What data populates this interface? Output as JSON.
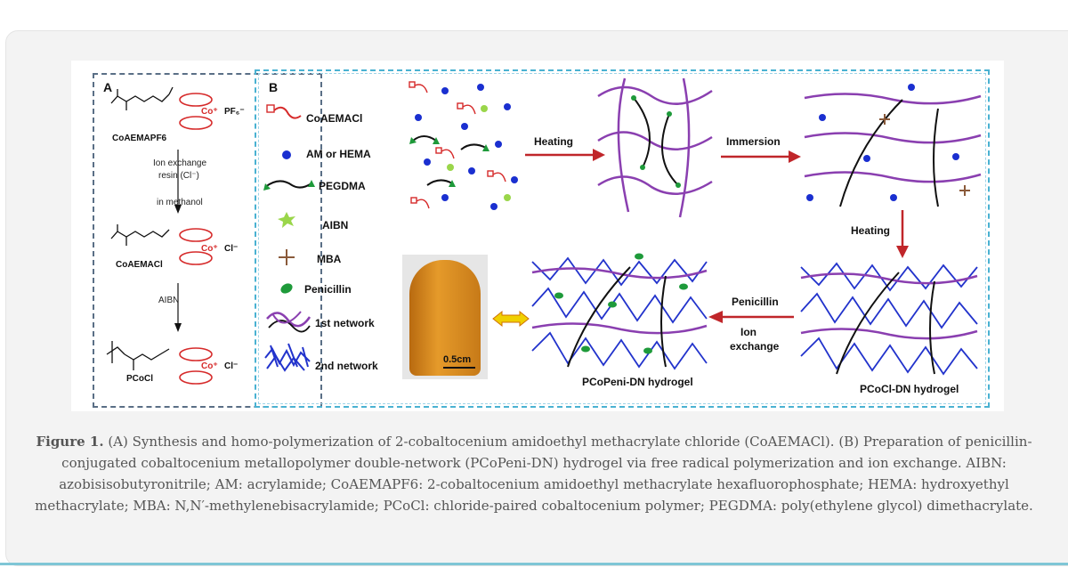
{
  "figure": {
    "panel_a_letter": "A",
    "panel_b_letter": "B",
    "panel_a": {
      "compound_1": "CoAEMAPF6",
      "step_1_line_1": "Ion exchange",
      "step_1_line_2": "resin (Cl⁻)",
      "step_1_line_3": "in methanol",
      "compound_2": "CoAEMACl",
      "step_2": "AIBN",
      "compound_3": "PCoCl",
      "counterion_1": "PF₆⁻",
      "counterion_2": "Cl⁻",
      "counterion_3": "Cl⁻",
      "metal": "Co⁺"
    },
    "legend": [
      {
        "label": "CoAEMACl",
        "icon": "coaemacl-icon"
      },
      {
        "label": "AM or HEMA",
        "icon": "blue-dot-icon"
      },
      {
        "label": "PEGDMA",
        "icon": "pegdma-icon"
      },
      {
        "label": "AIBN",
        "icon": "aibn-icon"
      },
      {
        "label": "MBA",
        "icon": "mba-icon"
      },
      {
        "label": "Penicillin",
        "icon": "penicillin-icon"
      },
      {
        "label": "1st network",
        "icon": "first-network-icon"
      },
      {
        "label": "2nd network",
        "icon": "second-network-icon"
      }
    ],
    "arrows": {
      "heating_1": "Heating",
      "immersion": "Immersion",
      "heating_2": "Heating",
      "penicillin": "Penicillin",
      "ion": "Ion",
      "exchange": "exchange"
    },
    "labels": {
      "pcopeni": "PCoPeni-DN hydrogel",
      "pcocl": "PCoCl-DN hydrogel",
      "scale": "0.5cm"
    },
    "colors": {
      "network_purple": "#8a3fb0",
      "network_blue": "#2233cc",
      "arrow_red": "#c0262a",
      "dot_blue": "#1a2fd0",
      "penicillin_green": "#1e9a3a",
      "gel_orange": "#d98a1e"
    }
  },
  "caption": {
    "title": "Figure 1.",
    "text": " (A) Synthesis and homo-polymerization of 2-cobaltocenium amidoethyl methacrylate chloride (CoAEMACl). (B) Preparation of penicillin-conjugated cobaltocenium metallopolymer double-network (PCoPeni-DN) hydrogel via free radical polymerization and ion exchange. AIBN: azobisisobutyronitrile; AM: acrylamide; CoAEMAPF6: 2-cobaltocenium amidoethyl methacrylate hexafluorophosphate; HEMA: hydroxyethyl methacrylate; MBA: N,N′-methylenebisacrylamide; PCoCl: chloride-paired cobaltocenium polymer; PEGDMA: poly(ethylene glycol) dimethacrylate."
  }
}
